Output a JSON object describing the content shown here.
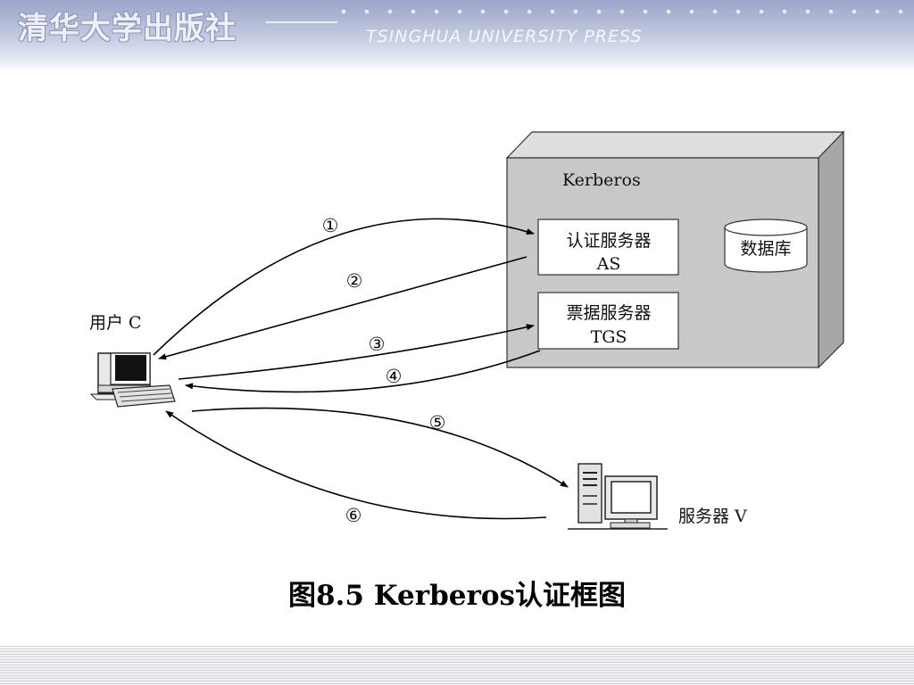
{
  "header": {
    "publisher_cn": "清华大学出版社",
    "publisher_en": "TSINGHUA UNIVERSITY PRESS"
  },
  "diagram": {
    "kerberos_label": "Kerberos",
    "as_line1": "认证服务器",
    "as_line2": "AS",
    "tgs_line1": "票据服务器",
    "tgs_line2": "TGS",
    "database_label": "数据库",
    "client_label": "用户 C",
    "server_label": "服务器 V",
    "steps": [
      "①",
      "②",
      "③",
      "④",
      "⑤",
      "⑥"
    ]
  },
  "caption": "图8.5 Kerberos认证框图",
  "colors": {
    "box_front": "#c8c8c8",
    "box_top": "#dedede",
    "box_side": "#a7a7a7",
    "header_band": "#9aa4c8"
  }
}
